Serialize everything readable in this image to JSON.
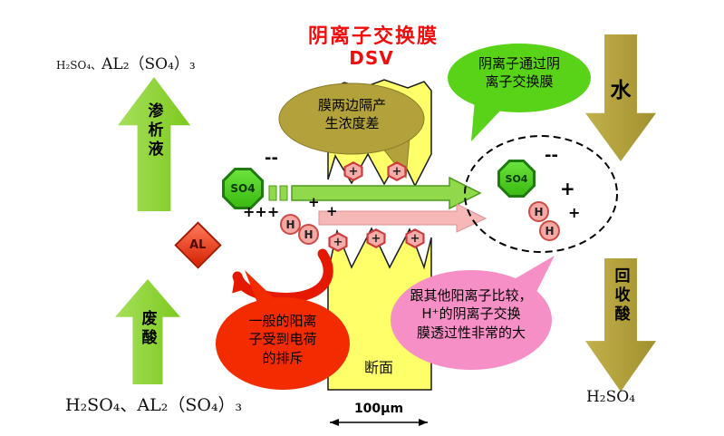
{
  "header": {
    "title": "阴离子交换膜",
    "subtitle": "DSV"
  },
  "left_side": {
    "top_formula_small": "H₂SO₄、",
    "top_formula_large": "AL₂（SO₄）₃",
    "dialysate_label": "渗析液",
    "waste_acid_label": "废酸",
    "bottom_formula": "H₂SO₄、AL₂（SO₄）₃"
  },
  "right_side": {
    "water_label": "水",
    "recovered_acid_label": "回收酸",
    "bottom_formula": "H₂SO₄"
  },
  "membrane": {
    "cross_section_label": "断面",
    "thickness_label": "100μm"
  },
  "callouts": {
    "concentration": "膜两边隔产\n生浓度差",
    "anion_pass": "阴离子通过阴\n离子交换膜",
    "cation_reject": "一般的阳离\n子受到电荷\n的排斥",
    "h_permeate": "跟其他阳离子比较，\nH⁺的阴离子交换\n膜透过性非常的大"
  },
  "ions": {
    "sulfate": "SO4",
    "hydrogen": "H",
    "aluminum": "AL",
    "plus": "+",
    "triple_plus": "+++",
    "double_minus": "--"
  },
  "colors": {
    "title_red": "#F20D0D",
    "arrow_green": "#8CD42F",
    "arrow_olive": "#B3A13B",
    "membrane_yellow": "#FFFF69",
    "bubble_green": "#58D317",
    "bubble_olive": "#B3A13B",
    "bubble_red": "#F22B00",
    "bubble_pink": "#F58FC5",
    "ion_pink": "#F5A8A4",
    "ion_green": "#4ED321"
  }
}
